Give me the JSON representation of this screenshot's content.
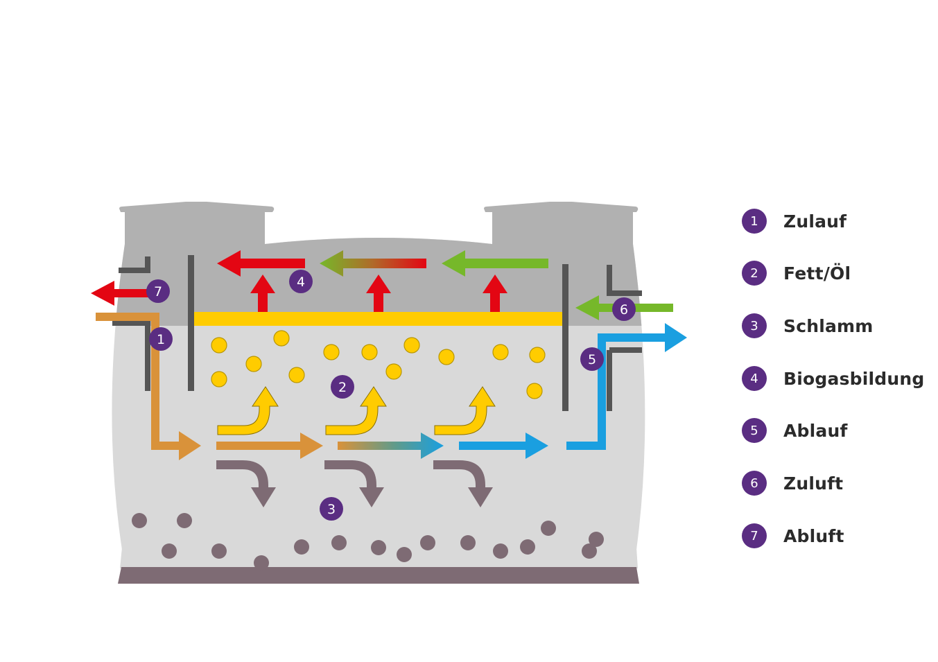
{
  "colors": {
    "tank_body": "#d9d9d9",
    "tank_top": "#b1b1b1",
    "wall": "#555555",
    "sludge_base": "#7e6b74",
    "sludge_particle": "#7e6b74",
    "grease_layer": "#ffcc00",
    "marker_badge": "#5a2d82",
    "inflow_arrow": "#d9923a",
    "outflow_arrow": "#1a9fe0",
    "biogas_arrow": "#e30613",
    "fresh_air_arrow": "#76b82a",
    "sludge_arrow": "#7e6b74"
  },
  "markers": [
    {
      "id": "1",
      "text": "1"
    },
    {
      "id": "2",
      "text": "2"
    },
    {
      "id": "3",
      "text": "3"
    },
    {
      "id": "4",
      "text": "4"
    },
    {
      "id": "5",
      "text": "5"
    },
    {
      "id": "6",
      "text": "6"
    },
    {
      "id": "7",
      "text": "7"
    }
  ],
  "legend": [
    {
      "number": "1",
      "label": "Zulauf"
    },
    {
      "number": "2",
      "label": "Fett/Öl"
    },
    {
      "number": "3",
      "label": "Schlamm"
    },
    {
      "number": "4",
      "label": "Biogasbildung"
    },
    {
      "number": "5",
      "label": "Ablauf"
    },
    {
      "number": "6",
      "label": "Zuluft"
    },
    {
      "number": "7",
      "label": "Abluft"
    }
  ]
}
